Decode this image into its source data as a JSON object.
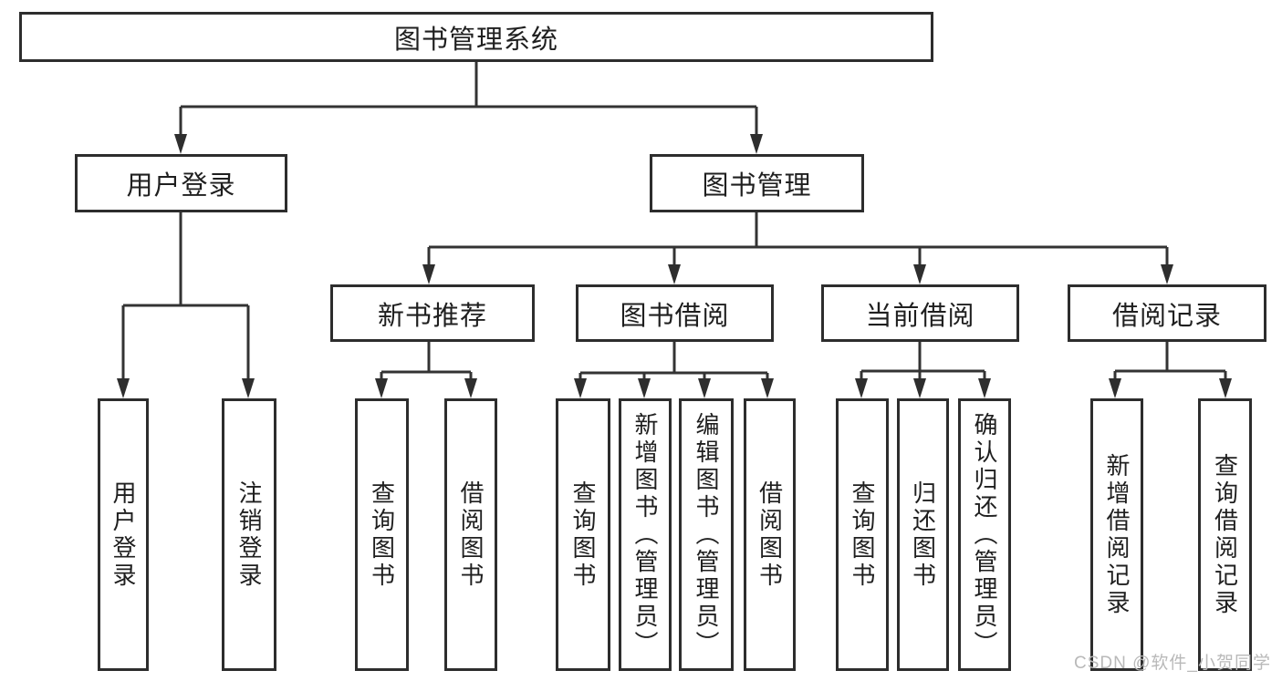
{
  "diagram": {
    "title": "图书管理系统",
    "watermark": "CSDN @软件_小贺同学",
    "colors": {
      "background": "#ffffff",
      "box_border": "#2d2d2d",
      "line": "#333333",
      "text": "#1f1f1f",
      "watermark_text": "#b9b9b9"
    },
    "nodes": {
      "root": {
        "label": "图书管理系统"
      },
      "user_login": {
        "label": "用户登录"
      },
      "book_mgmt": {
        "label": "图书管理"
      },
      "new_book_rec": {
        "label": "新书推荐"
      },
      "book_borrow": {
        "label": "图书借阅"
      },
      "current_borrow": {
        "label": "当前借阅"
      },
      "borrow_record": {
        "label": "借阅记录"
      },
      "leaf_user_login": {
        "label": "用户登录"
      },
      "leaf_logout": {
        "label": "注销登录"
      },
      "leaf_query_book_1": {
        "label": "查询图书"
      },
      "leaf_borrow_book_1": {
        "label": "借阅图书"
      },
      "leaf_query_book_2": {
        "label": "查询图书"
      },
      "leaf_add_book": {
        "label": "新增图书（管理员）"
      },
      "leaf_edit_book": {
        "label": "编辑图书（管理员）"
      },
      "leaf_borrow_book_2": {
        "label": "借阅图书"
      },
      "leaf_query_book_3": {
        "label": "查询图书"
      },
      "leaf_return_book": {
        "label": "归还图书"
      },
      "leaf_confirm_return": {
        "label": "确认归还（管理员）"
      },
      "leaf_add_borrow_record": {
        "label": "新增借阅记录"
      },
      "leaf_query_borrow_record": {
        "label": "查询借阅记录"
      }
    },
    "hierarchy": {
      "root": [
        "user_login",
        "book_mgmt"
      ],
      "user_login": [
        "leaf_user_login",
        "leaf_logout"
      ],
      "book_mgmt": [
        "new_book_rec",
        "book_borrow",
        "current_borrow",
        "borrow_record"
      ],
      "new_book_rec": [
        "leaf_query_book_1",
        "leaf_borrow_book_1"
      ],
      "book_borrow": [
        "leaf_query_book_2",
        "leaf_add_book",
        "leaf_edit_book",
        "leaf_borrow_book_2"
      ],
      "current_borrow": [
        "leaf_query_book_3",
        "leaf_return_book",
        "leaf_confirm_return"
      ],
      "borrow_record": [
        "leaf_add_borrow_record",
        "leaf_query_borrow_record"
      ]
    }
  }
}
